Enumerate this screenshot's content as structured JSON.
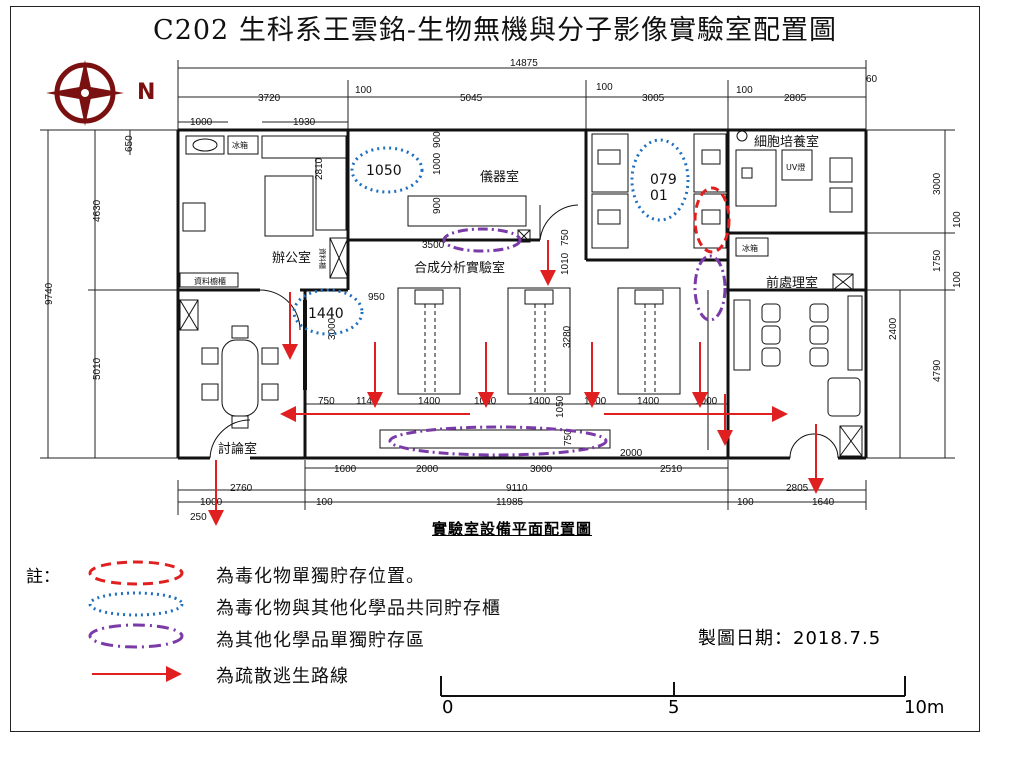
{
  "title": "C202 生科系王雲銘-生物無機與分子影像實驗室配置圖",
  "compass": {
    "label": "N",
    "color": "#7a1010"
  },
  "plan_caption": "實驗室設備平面配置圖",
  "rooms": {
    "office": "辦公室",
    "instrument": "儀器室",
    "synthesis": "合成分析實驗室",
    "cell_culture": "細胞培養室",
    "preprocessing": "前處理室",
    "discussion": "討論室"
  },
  "equipment": {
    "fridge1": "冰箱",
    "fridge2": "冰箱",
    "data_cabinet": "資料櫥櫃",
    "data_shelf": "資料櫃",
    "uv_lamp": "UV燈"
  },
  "storage_markers": {
    "cab_1050": "1050",
    "cab_1440": "1440",
    "cab_07901": "079\n01"
  },
  "dimensions": {
    "top": [
      "14875",
      "3720",
      "100",
      "5045",
      "100",
      "3005",
      "100",
      "2805",
      "60",
      "1000",
      "1930"
    ],
    "bottom_inner": [
      "750",
      "1140",
      "1400",
      "1000",
      "1400",
      "1050",
      "1000",
      "1400",
      "1000"
    ],
    "bottom_mid": [
      "1600",
      "2000",
      "3000",
      "2510"
    ],
    "bottom_outer": [
      "2760",
      "9110",
      "2805"
    ],
    "bottom_last": [
      "1000",
      "100",
      "11985",
      "100",
      "1640",
      "250"
    ],
    "left": [
      "650",
      "4630",
      "9740",
      "5010"
    ],
    "right": [
      "3000",
      "100",
      "1750",
      "100",
      "2400",
      "4790"
    ],
    "interior": [
      "2810",
      "900",
      "1000",
      "900",
      "3500",
      "750",
      "950",
      "1010",
      "3000",
      "3280",
      "750",
      "2000",
      "1050"
    ]
  },
  "legend": {
    "note": "註：",
    "items": [
      {
        "text": "為毒化物單獨貯存位置。",
        "style": "red-dashed",
        "color": "#e02020"
      },
      {
        "text": "為毒化物與其他化學品共同貯存櫃",
        "style": "blue-dotted",
        "color": "#1e6fc0"
      },
      {
        "text": "為其他化學品單獨貯存區",
        "style": "purple-dashdot",
        "color": "#7a3aa8"
      },
      {
        "text": "為疏散逃生路線",
        "style": "red-arrow",
        "color": "#e02020"
      }
    ]
  },
  "drawn_date": "製圖日期：2018.7.5",
  "scale": {
    "labels": [
      "0",
      "5",
      "10m"
    ]
  }
}
